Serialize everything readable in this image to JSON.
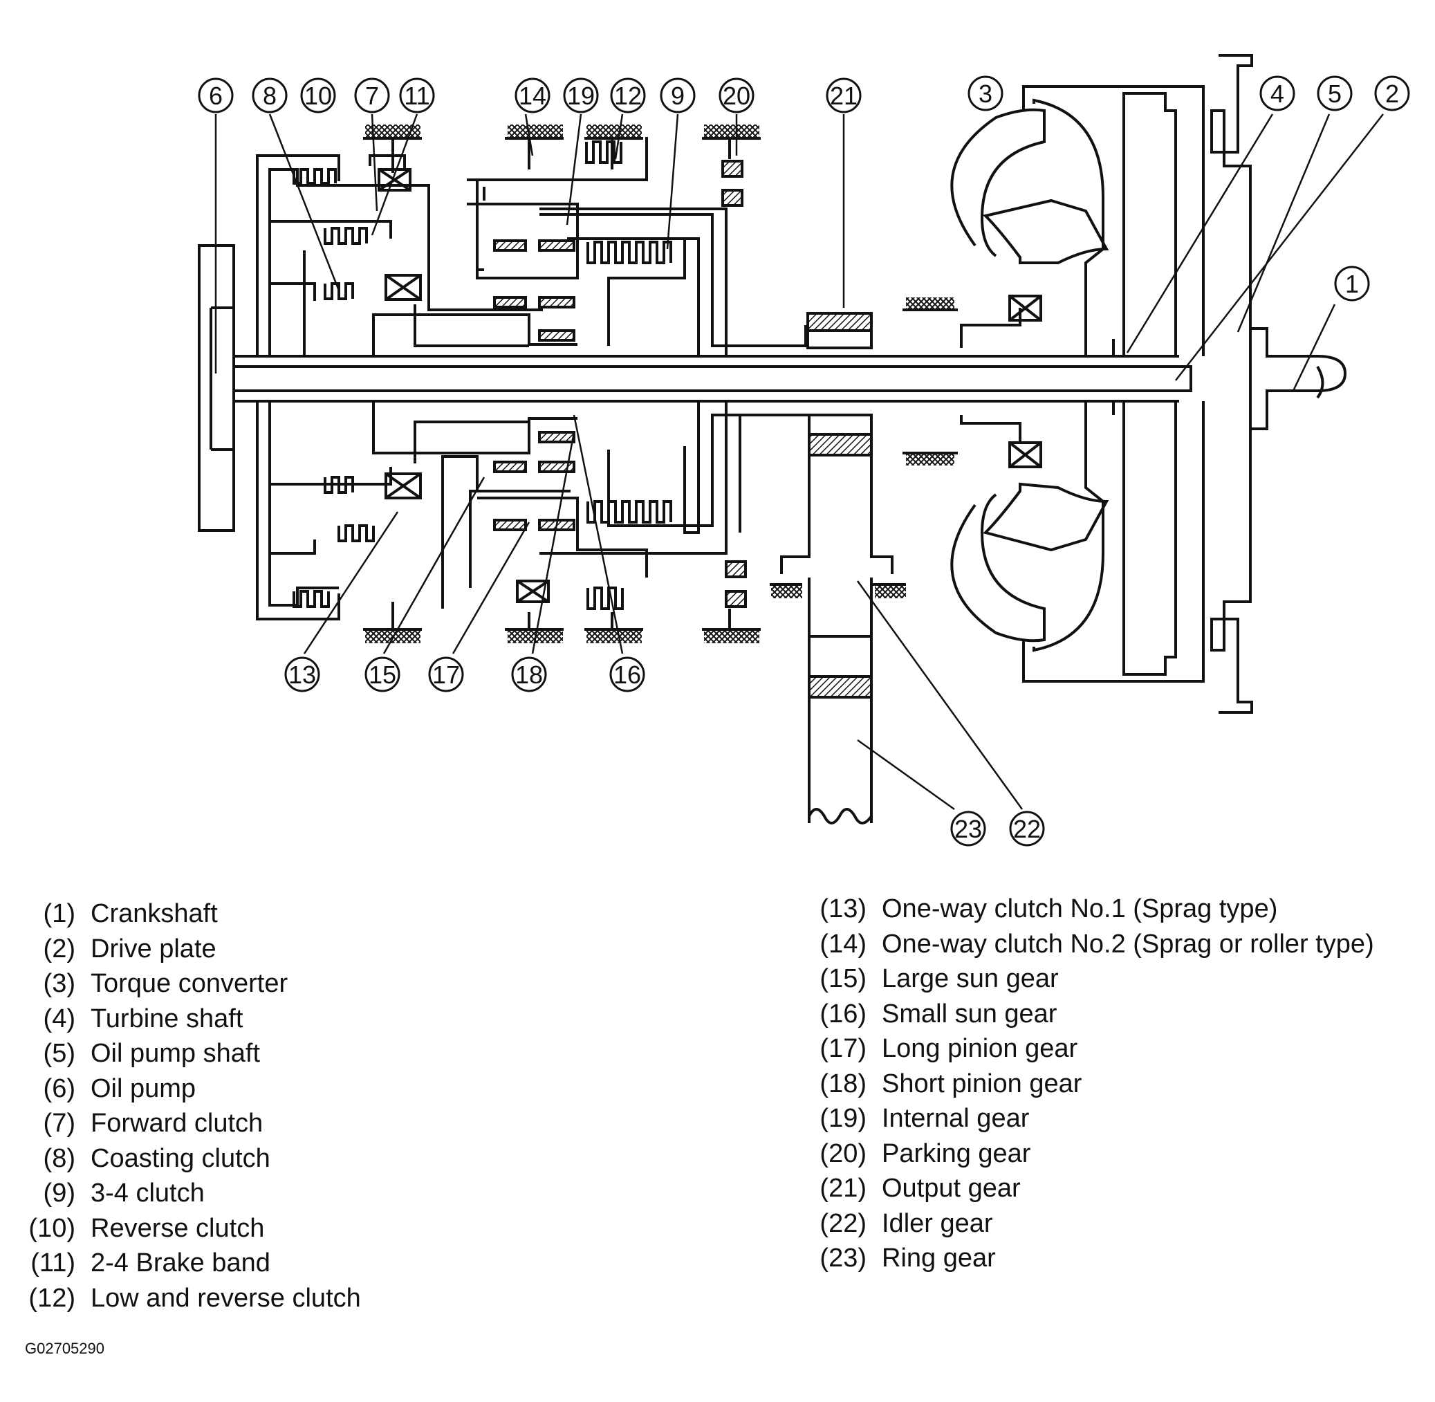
{
  "legend_left": [
    {
      "num": "(1)",
      "label": "Crankshaft"
    },
    {
      "num": "(2)",
      "label": "Drive plate"
    },
    {
      "num": "(3)",
      "label": "Torque converter"
    },
    {
      "num": "(4)",
      "label": "Turbine shaft"
    },
    {
      "num": "(5)",
      "label": "Oil pump shaft"
    },
    {
      "num": "(6)",
      "label": "Oil pump"
    },
    {
      "num": "(7)",
      "label": "Forward clutch"
    },
    {
      "num": "(8)",
      "label": "Coasting clutch"
    },
    {
      "num": "(9)",
      "label": "3-4 clutch"
    },
    {
      "num": "(10)",
      "label": "Reverse clutch"
    },
    {
      "num": "(11)",
      "label": "2-4 Brake band"
    },
    {
      "num": "(12)",
      "label": "Low and reverse clutch"
    }
  ],
  "legend_right": [
    {
      "num": "(13)",
      "label": "One-way clutch No.1 (Sprag type)"
    },
    {
      "num": "(14)",
      "label": "One-way clutch No.2 (Sprag or roller type)"
    },
    {
      "num": "(15)",
      "label": "Large sun gear"
    },
    {
      "num": "(16)",
      "label": "Small sun gear"
    },
    {
      "num": "(17)",
      "label": "Long pinion gear"
    },
    {
      "num": "(18)",
      "label": "Short pinion gear"
    },
    {
      "num": "(19)",
      "label": "Internal gear"
    },
    {
      "num": "(20)",
      "label": "Parking gear"
    },
    {
      "num": "(21)",
      "label": "Output gear"
    },
    {
      "num": "(22)",
      "label": "Idler gear"
    },
    {
      "num": "(23)",
      "label": "Ring gear"
    }
  ],
  "figure_code": "G02705290",
  "callouts": [
    "6",
    "8",
    "10",
    "7",
    "11",
    "14",
    "19",
    "12",
    "9",
    "20",
    "21",
    "3",
    "4",
    "5",
    "2",
    "1",
    "13",
    "15",
    "17",
    "18",
    "16",
    "23",
    "22"
  ]
}
